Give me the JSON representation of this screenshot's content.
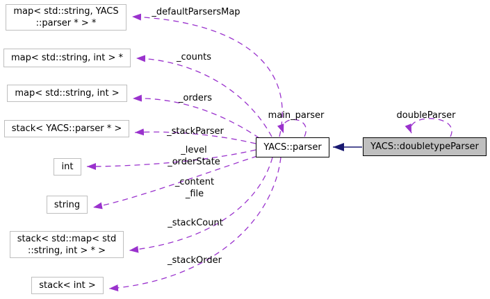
{
  "diagram": {
    "title": "Collaboration graph for YACS::doubletypeParser",
    "colors": {
      "usage_edge": "#9a32cd",
      "inheritance_edge": "#191970",
      "node_fill": "#ffffff",
      "node_border": "#bebebe",
      "focus_node_fill": "#bfbfbf",
      "focus_node_border": "#000000",
      "text": "#000000"
    },
    "nodes": {
      "map_string_parser": {
        "lines": [
          "map< std::string, YACS",
          "::parser * > *"
        ]
      },
      "map_string_int_ptr": {
        "lines": [
          "map< std::string, int > *"
        ]
      },
      "map_string_int": {
        "lines": [
          "map< std::string, int >"
        ]
      },
      "stack_parser": {
        "lines": [
          "stack< YACS::parser * >"
        ]
      },
      "int": {
        "lines": [
          "int"
        ]
      },
      "string": {
        "lines": [
          "string"
        ]
      },
      "stack_map": {
        "lines": [
          "stack< std::map< std",
          "::string, int > * >"
        ]
      },
      "stack_int": {
        "lines": [
          "stack< int >"
        ]
      },
      "parser": {
        "lines": [
          "YACS::parser"
        ]
      },
      "doubletypeParser": {
        "lines": [
          "YACS::doubletypeParser"
        ]
      }
    },
    "edge_labels": {
      "defaultParsersMap": "_defaultParsersMap",
      "counts": "_counts",
      "orders": "_orders",
      "stackParser": "_stackParser",
      "level": "_level",
      "orderState": "_orderState",
      "content": "_content",
      "file": "_file",
      "stackCount": "_stackCount",
      "stackOrder": "_stackOrder",
      "main_parser": "main_parser",
      "doubleParser": "doubleParser"
    }
  }
}
